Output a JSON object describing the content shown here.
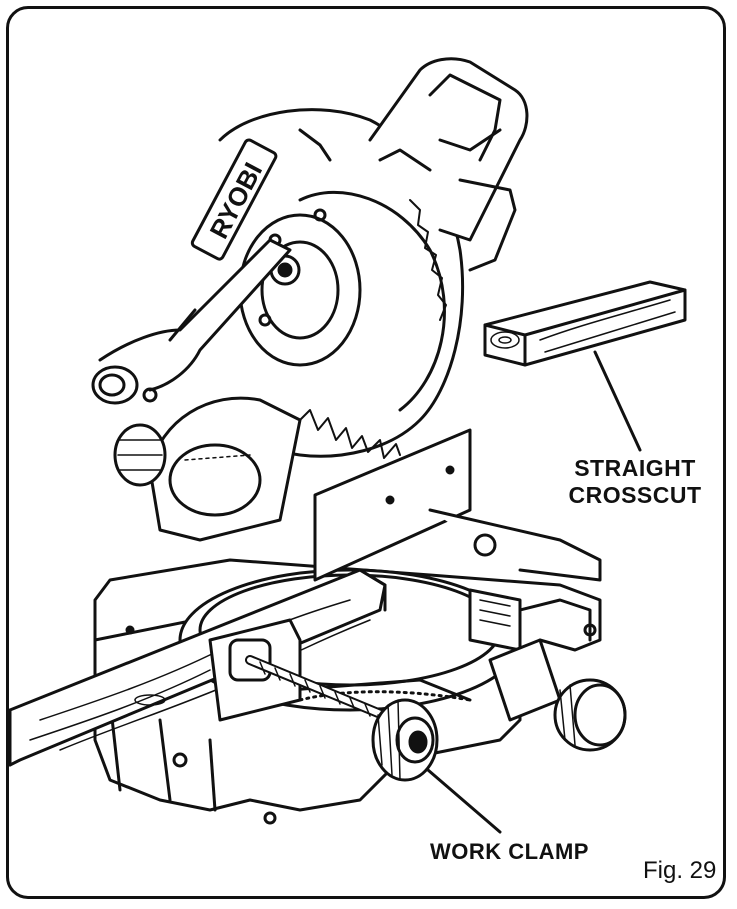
{
  "figure": {
    "label": "Fig. 29",
    "brand_text": "RYOBI"
  },
  "callouts": {
    "straight_crosscut_line1": "STRAIGHT",
    "straight_crosscut_line2": "CROSSCUT",
    "work_clamp": "WORK CLAMP"
  },
  "colors": {
    "ink": "#111111",
    "paper": "#ffffff"
  }
}
